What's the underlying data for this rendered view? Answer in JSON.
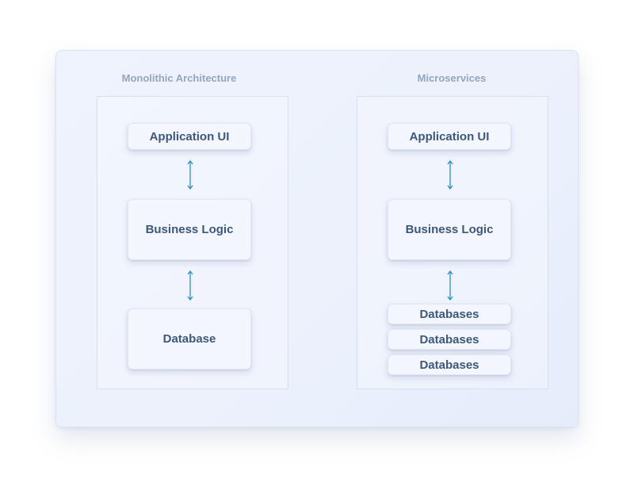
{
  "diagram": {
    "monolithic": {
      "title": "Monolithic Architecture",
      "app_ui": "Application UI",
      "business_logic": "Business Logic",
      "database": "Database"
    },
    "microservices": {
      "title": "Microservices",
      "app_ui": "Application UI",
      "business_logic": "Business Logic",
      "databases": [
        "Databases",
        "Databases",
        "Databases"
      ]
    },
    "colors": {
      "arrow": "#2f8fc4",
      "box_text": "#3d5878",
      "panel_title": "#93a6bf"
    }
  }
}
